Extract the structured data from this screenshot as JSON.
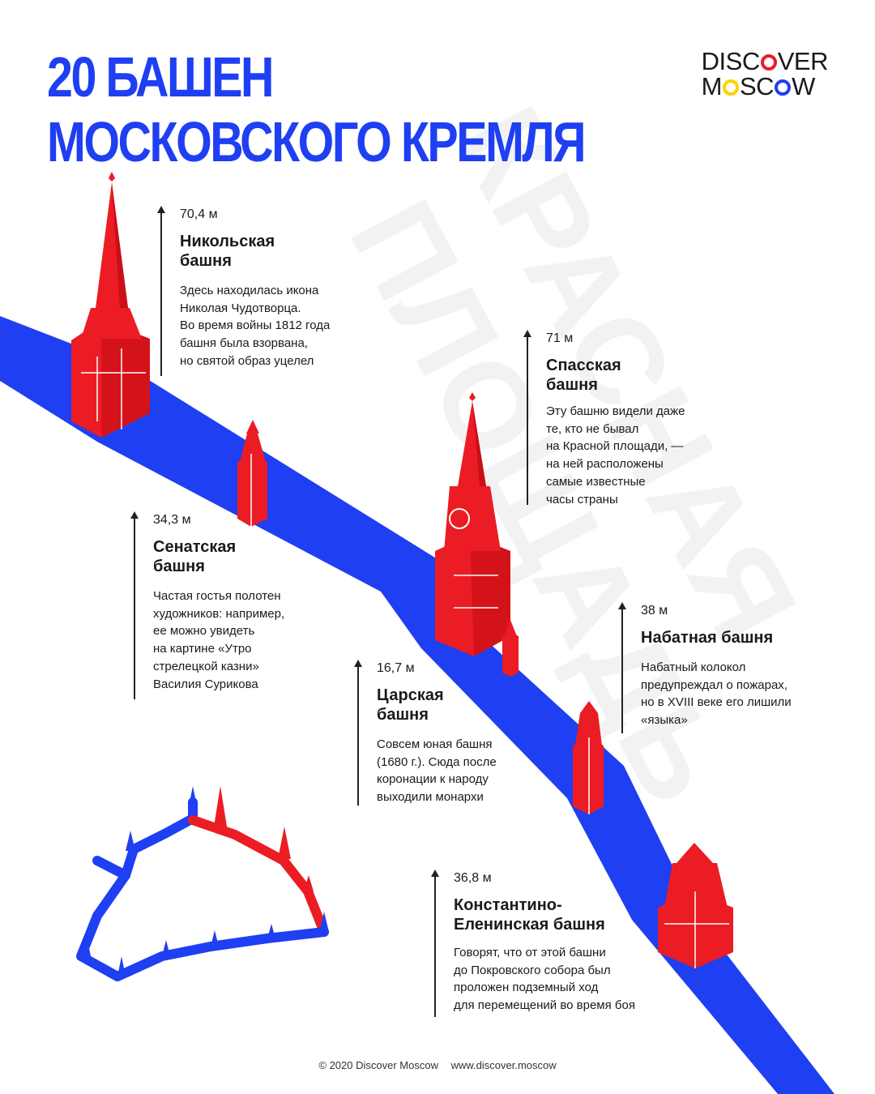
{
  "title": {
    "line1": "20 БАШЕН",
    "line2": "МОСКОВСКОГО КРЕМЛЯ"
  },
  "logo": {
    "line1_a": "DISC",
    "line1_b": "VER",
    "line2_a": "M",
    "line2_b": "SC",
    "line2_c": "W"
  },
  "colors": {
    "blue": "#1f3ff2",
    "red": "#ec1c24",
    "yellow": "#ffd200",
    "watermark": "#f3f3f3"
  },
  "watermark": {
    "line1": "КРАСНАЯ",
    "line2": "ПЛОЩАДЬ"
  },
  "towers": [
    {
      "height": "70,4 м",
      "name": "Никольская\nбашня",
      "desc": "Здесь находилась икона\nНиколая Чудотворца.\nВо время войны 1812 года\nбашня была взорвана,\nно святой образ уцелел"
    },
    {
      "height": "71 м",
      "name": "Спасская\nбашня",
      "desc": "Эту башню видели даже\nте, кто не бывал\nна Красной площади, —\nна ней расположены\nсамые известные\nчасы страны"
    },
    {
      "height": "34,3 м",
      "name": "Сенатская\nбашня",
      "desc": "Частая гостья полотен\nхудожников: например,\nее можно увидеть\nна картине «Утро\nстрелецкой казни»\nВасилия Сурикова"
    },
    {
      "height": "38 м",
      "name": "Набатная башня",
      "desc": "Набатный колокол\nпредупреждал о пожарах,\nно в XVIII веке его лишили\n«языка»"
    },
    {
      "height": "16,7 м",
      "name": "Царская\nбашня",
      "desc": "Совсем юная башня\n(1680 г.). Сюда после\nкоронации к народу\nвыходили монархи"
    },
    {
      "height": "36,8 м",
      "name": "Константино-\nЕленинская башня",
      "desc": "Говорят, что от этой башни\nдо Покровского собора был\nпроложен подземный ход\nдля перемещений во время боя"
    }
  ],
  "footer": {
    "copyright": "© 2020 Discover Moscow",
    "url": "www.discover.moscow"
  }
}
